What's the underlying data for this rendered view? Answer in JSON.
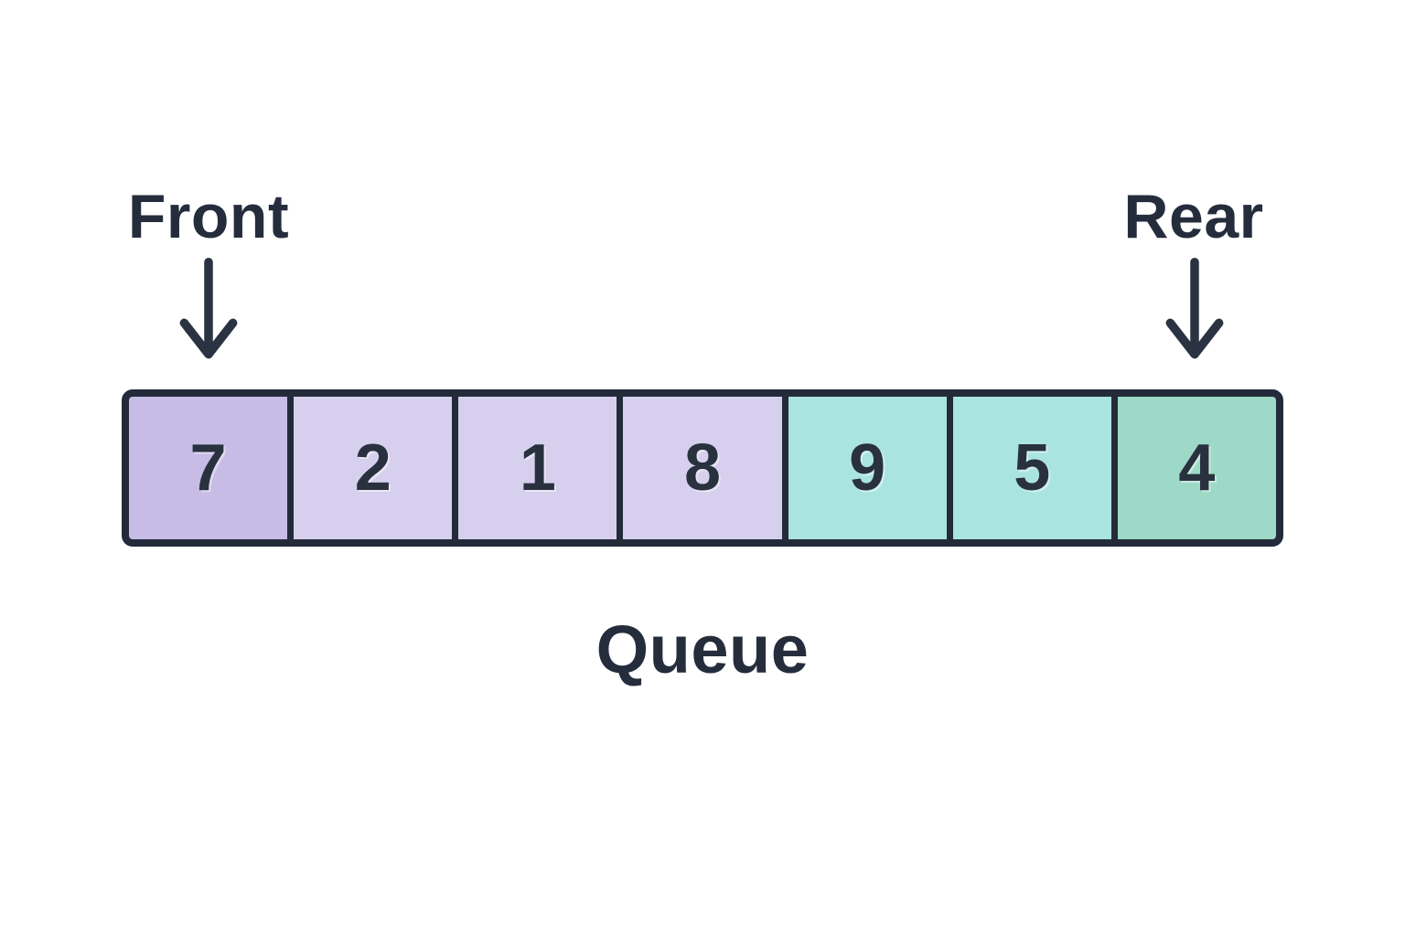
{
  "diagram": {
    "title": "Queue",
    "front_label": "Front",
    "rear_label": "Rear"
  },
  "queue": {
    "cells": [
      {
        "value": "7",
        "color": "#c6bce6"
      },
      {
        "value": "2",
        "color": "#d6cfed"
      },
      {
        "value": "1",
        "color": "#d6cfed"
      },
      {
        "value": "8",
        "color": "#d6cfed"
      },
      {
        "value": "9",
        "color": "#aae4e0"
      },
      {
        "value": "5",
        "color": "#aae4e0"
      },
      {
        "value": "4",
        "color": "#9dd9c6"
      }
    ]
  },
  "colors": {
    "outline": "#232b3a",
    "text": "#252d3d",
    "background": "#ffffff"
  }
}
